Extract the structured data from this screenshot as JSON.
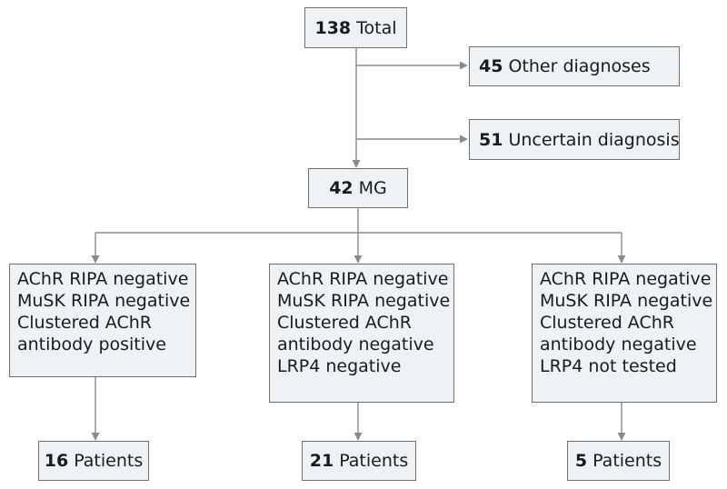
{
  "nodes": {
    "total": {
      "count": "138",
      "label": "Total"
    },
    "other": {
      "count": "45",
      "label": "Other diagnoses"
    },
    "uncertain": {
      "count": "51",
      "label": "Uncertain diagnosis"
    },
    "mg": {
      "count": "42",
      "label": "MG"
    },
    "groups": [
      {
        "lines": [
          "AChR RIPA negative",
          "MuSK RIPA negative",
          "Clustered AChR",
          "antibody positive"
        ]
      },
      {
        "lines": [
          "AChR RIPA negative",
          "MuSK RIPA negative",
          "Clustered AChR",
          "antibody negative",
          "LRP4 negative"
        ]
      },
      {
        "lines": [
          "AChR RIPA negative",
          "MuSK RIPA negative",
          "Clustered AChR",
          "antibody negative",
          "LRP4 not tested"
        ]
      }
    ],
    "outcomes": [
      {
        "count": "16",
        "label": "Patients"
      },
      {
        "count": "21",
        "label": "Patients"
      },
      {
        "count": "5",
        "label": "Patients"
      }
    ]
  },
  "colors": {
    "box_fill": "#eef2f5",
    "box_border": "#6f6f6f",
    "connector": "#8a8a8a"
  }
}
